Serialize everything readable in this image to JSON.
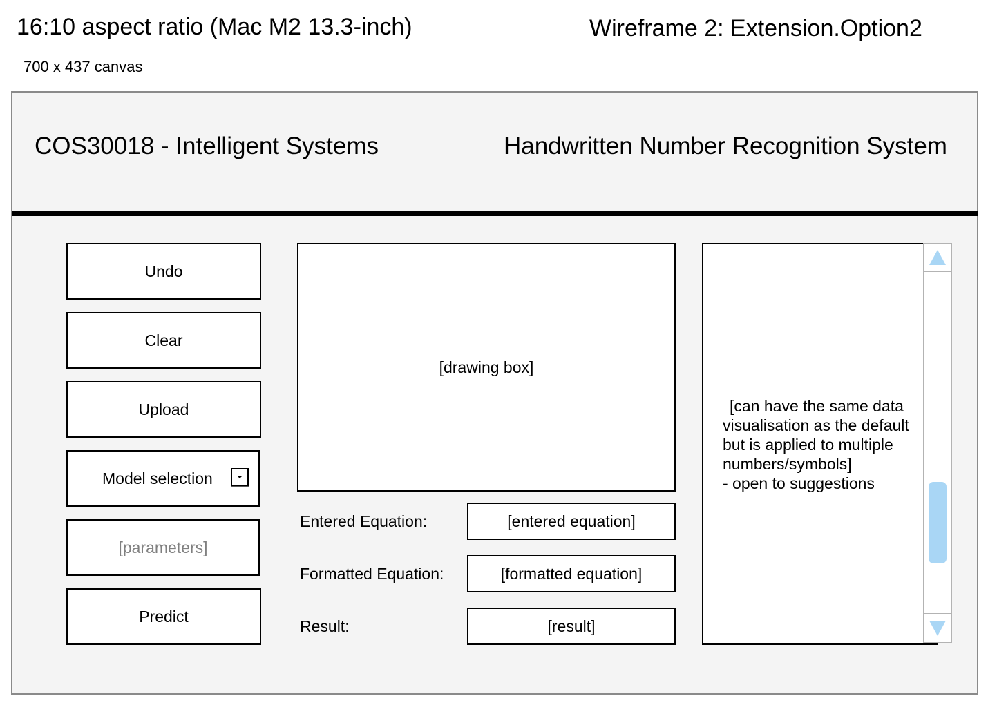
{
  "document": {
    "aspect_title": "16:10 aspect ratio (Mac M2 13.3-inch)",
    "canvas_size": "700 x 437 canvas",
    "wireframe_title": "Wireframe 2: Extension.Option2"
  },
  "header": {
    "course": "COS30018 - Intelligent Systems",
    "app_title": "Handwritten Number Recognition System"
  },
  "controls": {
    "undo_label": "Undo",
    "clear_label": "Clear",
    "upload_label": "Upload",
    "model_selection_label": "Model selection",
    "parameters_label": "[parameters]",
    "predict_label": "Predict"
  },
  "drawing": {
    "placeholder": "[drawing box]"
  },
  "equations": {
    "entered_label": "Entered Equation:",
    "entered_value": "[entered equation]",
    "formatted_label": "Formatted Equation:",
    "formatted_value": "[formatted equation]",
    "result_label": "Result:",
    "result_value": "[result]"
  },
  "visualisation": {
    "lines": [
      "[can have the same data",
      "visualisation as the default",
      "but is applied to multiple",
      "numbers/symbols]",
      "- open to suggestions"
    ]
  },
  "colors": {
    "frame_bg": "#f4f4f4",
    "scroll_accent": "#a9d6f5",
    "muted_text": "#808080"
  }
}
